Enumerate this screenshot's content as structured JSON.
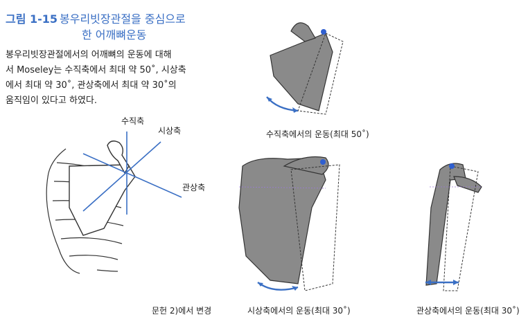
{
  "figure": {
    "number": "그림 1-15",
    "title_line1": "봉우리빗장관절을 중심으로",
    "title_line2": "한 어깨뼈운동"
  },
  "paragraph": {
    "line1": "봉우리빗장관절에서의 어깨뼈의 운동에 대해",
    "line2": "서 Moseley는 수직축에서 최대 약 50˚, 시상축",
    "line3": "에서 최대 약 30˚, 관상축에서 최대 약 30˚의",
    "line4": "움직임이 있다고 하였다."
  },
  "axes": {
    "vertical": "수직축",
    "sagittal": "시상축",
    "coronal": "관상축"
  },
  "captions": {
    "vertical_motion": "수직축에서의 운동(최대 50˚)",
    "sagittal_motion": "시상축에서의 운동(최대 30˚)",
    "coronal_motion": "관상축에서의 운동(최대 30˚)"
  },
  "source": "문헌 2)에서 변경",
  "colors": {
    "accent_blue": "#3a6fc4",
    "bone_gray": "#8a8a8a",
    "outline": "#333333"
  }
}
